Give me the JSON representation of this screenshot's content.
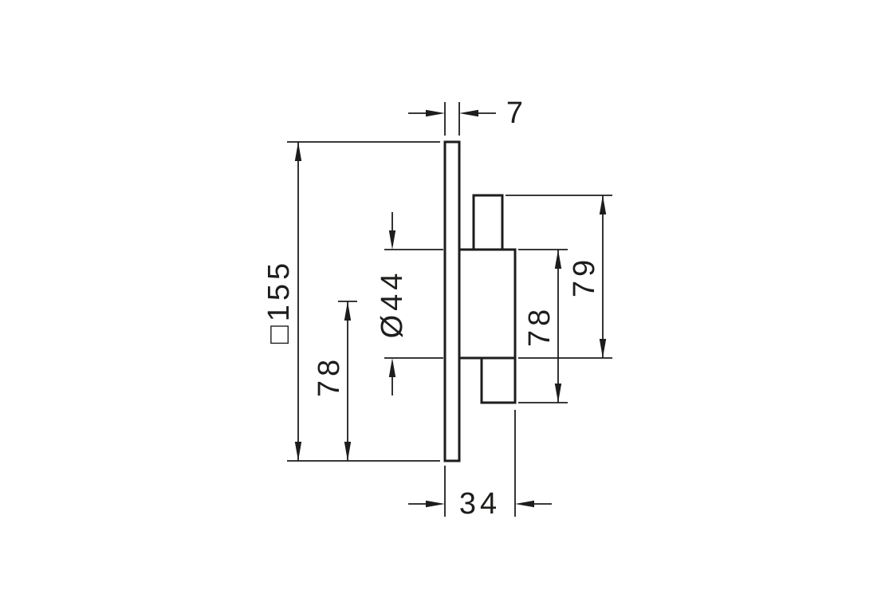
{
  "drawing": {
    "kind": "technical-dimension-drawing",
    "view": "side view of concealed valve trim with wall plate",
    "background": "#ffffff",
    "line_color": "#1d1d1b",
    "labels": {
      "plate_thickness": "7",
      "plate_square": "□155",
      "center_to_bottom": "78",
      "diameter": "Ø44",
      "upper_span": "79",
      "body_span": "78",
      "depth": "34"
    }
  }
}
